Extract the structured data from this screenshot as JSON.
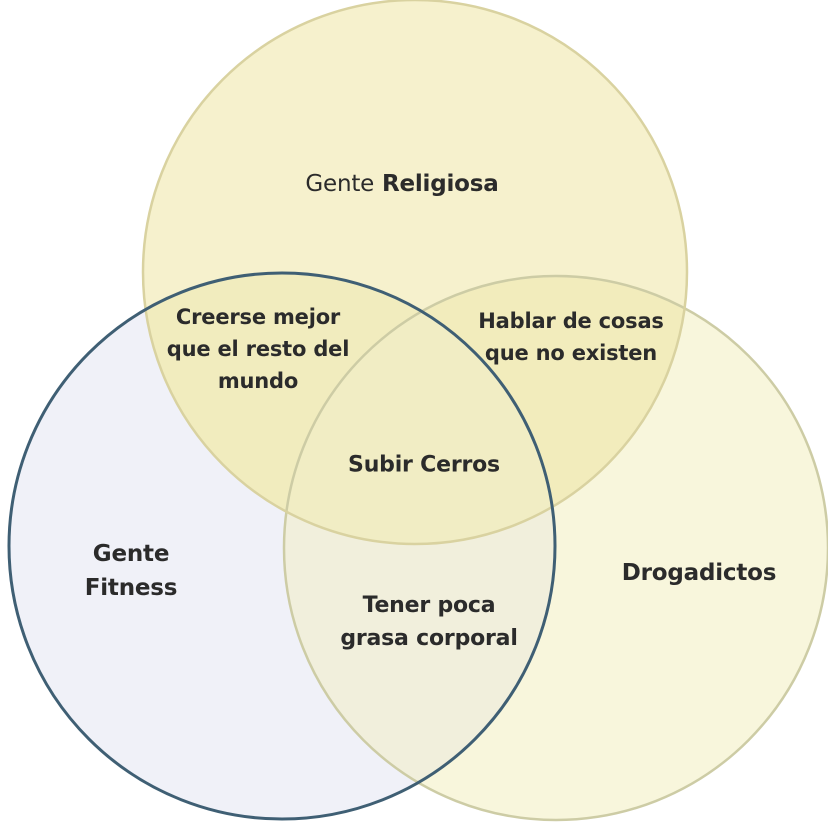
{
  "colors": {
    "background": "#ffffff",
    "religiosa_fill": "#f4efc4",
    "religiosa_stroke": "#d9d2a0",
    "fitness_fill": "#eef0f7",
    "fitness_stroke": "#3f5f74",
    "drogadictos_fill": "#f8f6dc",
    "drogadictos_stroke": "#cdcca5",
    "text": "#2b2b2b"
  },
  "sets": {
    "religiosa": {
      "word1": "Gente",
      "word2": "Religiosa"
    },
    "fitness": {
      "line1": "Gente",
      "line2": "Fitness"
    },
    "drogadictos": {
      "label": "Drogadictos"
    }
  },
  "intersections": {
    "religiosa_fitness": [
      "Creerse mejor",
      "que el resto del",
      "mundo"
    ],
    "religiosa_drogadictos": [
      "Hablar de cosas",
      "que no existen"
    ],
    "fitness_drogadictos": [
      "Tener poca",
      "grasa corporal"
    ],
    "all_three": "Subir Cerros"
  }
}
